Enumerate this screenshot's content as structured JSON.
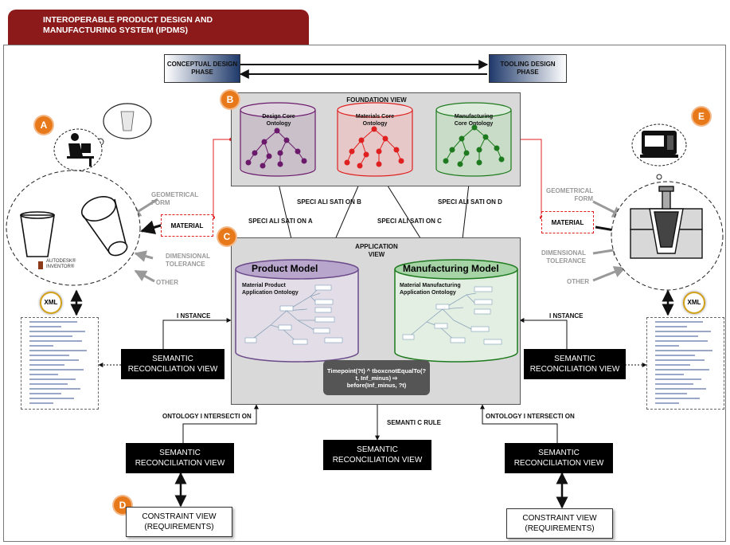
{
  "banner": {
    "line1": "INTEROPERABLE PRODUCT DESIGN AND",
    "line2": "MANUFACTURING SYSTEM (IPDMS)"
  },
  "phases": {
    "conceptual_l1": "CONCEPTUAL DESIGN",
    "conceptual_l2": "PHASE",
    "tooling_l1": "TOOLING DESIGN",
    "tooling_l2": "PHASE"
  },
  "foundation": {
    "title": "FOUNDATION VIEW",
    "design_l1": "Design Core",
    "design_l2": "Ontology",
    "materials_l1": "Materials Core",
    "materials_l2": "Ontology",
    "manufacturing_l1": "Manufacturing",
    "manufacturing_l2": "Core Ontology"
  },
  "specialisations": {
    "a": "SPECI ALI SATI ON A",
    "b": "SPECI ALI SATI ON B",
    "c": "SPECI ALI SATI ON C",
    "d": "SPECI ALI SATI ON D"
  },
  "application": {
    "title_l1": "APPLICATION",
    "title_l2": "VIEW",
    "product_title": "Product Model",
    "product_sub_l1": "Material Product",
    "product_sub_l2": "Application Ontology",
    "manuf_title": "Manufacturing Model",
    "manuf_sub_l1": "Material Manufacturing",
    "manuf_sub_l2": "Application Ontology",
    "rule_l1": "Timepoint(?t) ^ tboxcnotEqualTo(?",
    "rule_l2": "t, Inf_minus) ⇨",
    "rule_l3": "before(Inf_minus, ?t)"
  },
  "badges": {
    "a": "A",
    "b": "B",
    "c": "C",
    "d": "D",
    "e": "E"
  },
  "left": {
    "geometrical_l1": "GEOMETRICAL",
    "geometrical_l2": "FORM",
    "material": "MATERIAL",
    "dimensional_l1": "DIMENSIONAL",
    "dimensional_l2": "TOLERANCE",
    "other": "OTHER",
    "autodesk_l1": "AUTODESK®",
    "autodesk_l2": "INVENTOR®",
    "xml": "XML",
    "instance": "I NSTANCE"
  },
  "right": {
    "geometrical_l1": "GEOMETRICAL",
    "geometrical_l2": "FORM",
    "material": "MATERIAL",
    "dimensional_l1": "DIMENSIONAL",
    "dimensional_l2": "TOLERANCE",
    "other": "OTHER",
    "xml": "XML",
    "instance": "I NSTANCE"
  },
  "semantic": {
    "l1": "SEMANTIC",
    "l2": "RECONCILIATION VIEW"
  },
  "bottom": {
    "ontology_left": "ONTOLOGY I NTERSECTI ON",
    "semantic_rule": "SEMANTI C RULE",
    "ontology_right": "ONTOLOGY I NTERSECTI ON"
  },
  "constraint": {
    "l1": "CONSTRAINT VIEW",
    "l2": "(REQUIREMENTS)"
  },
  "colors": {
    "banner": "#8c1a1a",
    "badge": "#e8791a",
    "design": "#6b1a6b",
    "materials": "#e02020",
    "manufacturing": "#1e7a1e"
  }
}
